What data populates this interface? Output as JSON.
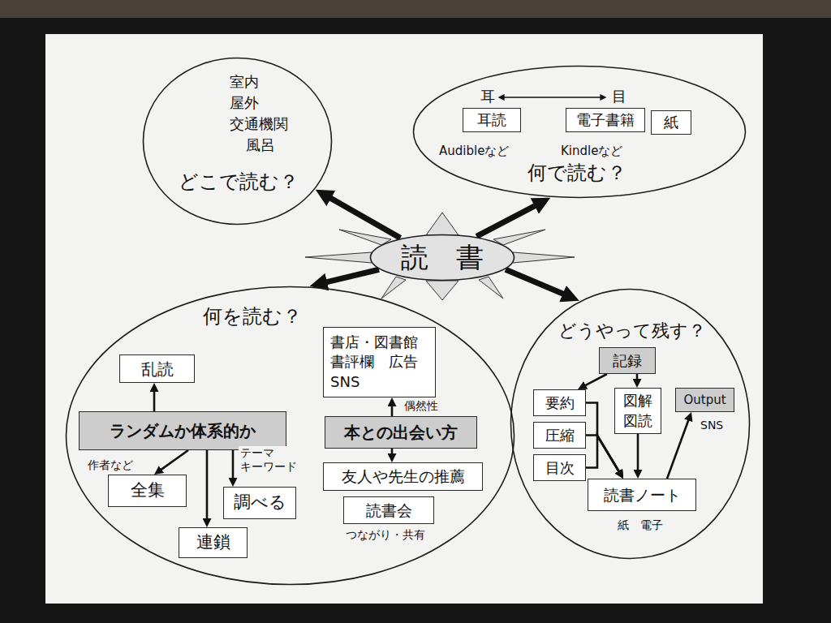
{
  "diagram": {
    "nodes": [
      {
        "text": [
          "室内",
          "屋外",
          "交通機関",
          "風呂",
          "どこで読む？"
        ]
      },
      {
        "text": [
          "何で読む？"
        ]
      },
      {
        "text": [
          "耳読",
          "Audibleなど"
        ],
        "in": 1
      },
      {
        "text": [
          "電子書籍",
          "Kindleなど"
        ],
        "in": 1
      },
      {
        "text": [
          "紙"
        ],
        "in": 1
      },
      {
        "text": [
          "読　書"
        ]
      },
      {
        "text": [
          "何を読む？"
        ]
      },
      {
        "text": [
          "乱読"
        ],
        "in": 6
      },
      {
        "text": [
          "書店・図書館 書評欄　広告 SNS"
        ],
        "in": 6
      },
      {
        "text": [
          "ランダムか体系的か"
        ],
        "in": 6
      },
      {
        "text": [
          "本との出会い方"
        ],
        "in": 6
      },
      {
        "text": [
          "全集"
        ],
        "in": 6
      },
      {
        "text": [
          "調べる"
        ],
        "in": 6
      },
      {
        "text": [
          "友人や先生の推薦"
        ],
        "in": 6
      },
      {
        "text": [
          "読書会",
          "つながり・共有"
        ],
        "in": 6
      },
      {
        "text": [
          "連鎖"
        ],
        "in": 6
      },
      {
        "text": [
          "どうやって残す？"
        ]
      },
      {
        "text": [
          "記録"
        ],
        "in": 16
      },
      {
        "text": [
          "要約"
        ],
        "in": 16
      },
      {
        "text": [
          "図解 図読"
        ],
        "in": 16
      },
      {
        "text": [
          "Output",
          "SNS"
        ],
        "in": 16
      },
      {
        "text": [
          "圧縮"
        ],
        "in": 16
      },
      {
        "text": [
          "目次"
        ],
        "in": 16
      },
      {
        "text": [
          "読書ノート",
          "紙　電子"
        ],
        "in": 16
      }
    ],
    "edges": [
      {
        "from": 5,
        "to": 0,
        "arrow": "to"
      },
      {
        "from": 5,
        "to": 1,
        "arrow": "to"
      },
      {
        "from": 5,
        "to": 6,
        "arrow": "to"
      },
      {
        "from": 5,
        "to": 16,
        "arrow": "to"
      },
      {
        "from": 9,
        "to": 7,
        "arrow": "to"
      },
      {
        "from": 9,
        "to": 11,
        "arrow": "to",
        "label": "作者など"
      },
      {
        "from": 9,
        "to": 15,
        "arrow": "to"
      },
      {
        "from": 9,
        "to": 12,
        "arrow": "to",
        "label": "テーマ キーワード"
      },
      {
        "from": 10,
        "to": 8,
        "arrow": "to",
        "label": "偶然性"
      },
      {
        "from": 10,
        "to": 13,
        "arrow": "to"
      },
      {
        "from": 17,
        "to": 18,
        "arrow": "to"
      },
      {
        "from": 17,
        "to": 19,
        "arrow": "to"
      },
      {
        "from": 18,
        "to": 23,
        "arrow": "to"
      },
      {
        "from": 21,
        "to": 23,
        "arrow": "to"
      },
      {
        "from": 22,
        "to": 23,
        "arrow": "to"
      },
      {
        "from": 19,
        "to": 23,
        "arrow": "to"
      },
      {
        "from": 23,
        "to": 20,
        "arrow": "to"
      }
    ],
    "labels": [
      "耳",
      "目"
    ]
  }
}
